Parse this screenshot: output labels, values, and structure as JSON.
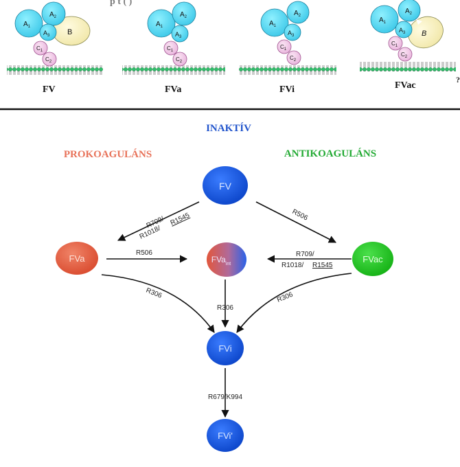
{
  "top_panel": {
    "caption_fragment": "p  t     (     )",
    "structures": [
      {
        "label": "FV",
        "domains": {
          "a1": "A1",
          "a2": "A2",
          "a3": "A3",
          "b": "B",
          "c1": "C1",
          "c2": "C2"
        }
      },
      {
        "label": "FVa",
        "domains": {
          "a1": "A1",
          "a2": "A2",
          "a3": "A3",
          "c1": "C1",
          "c2": "C2"
        }
      },
      {
        "label": "FVi",
        "domains": {
          "a1": "A1",
          "a2": "A2",
          "a3": "A3",
          "c1": "C1",
          "c2": "C2"
        }
      },
      {
        "label": "FVac",
        "domains": {
          "a1": "A1",
          "a2": "A2",
          "a3": "A3",
          "b": "B",
          "c1": "C1",
          "c2": "C2"
        }
      }
    ],
    "edge_mark": "?"
  },
  "pathway": {
    "inactive_label": "INAKTÍV",
    "procoag_label": "PROKOAGULÁNS",
    "anticoag_label": "ANTIKOAGULÁNS",
    "nodes": {
      "fv": "FV",
      "fva": "FVa",
      "fva_int_main": "FVa",
      "fva_int_sub": "int",
      "fvac": "FVac",
      "fvi": "FVi",
      "fvi_prime": "FVi'"
    },
    "edges": {
      "fv_to_fva_l1": "R709/",
      "fv_to_fva_l2_a": "R1018/",
      "fv_to_fva_l2_b": "R1545",
      "fv_to_fvac": "R506",
      "fva_to_int": "R506",
      "fvac_to_int_l1": "R709/",
      "fvac_to_int_l2_a": "R1018/",
      "fvac_to_int_l2_b": "R1545",
      "fva_to_fvi": "R306",
      "int_to_fvi": "R306",
      "fvac_to_fvi": "R306",
      "fvi_to_prime": "R679/K994"
    },
    "colors": {
      "inactive": "#2255cc",
      "procoag": "#e8735a",
      "anticoag": "#22aa33",
      "blue_node": "#1456e0",
      "red_node": "#e2573c",
      "green_node": "#22cc22"
    }
  }
}
